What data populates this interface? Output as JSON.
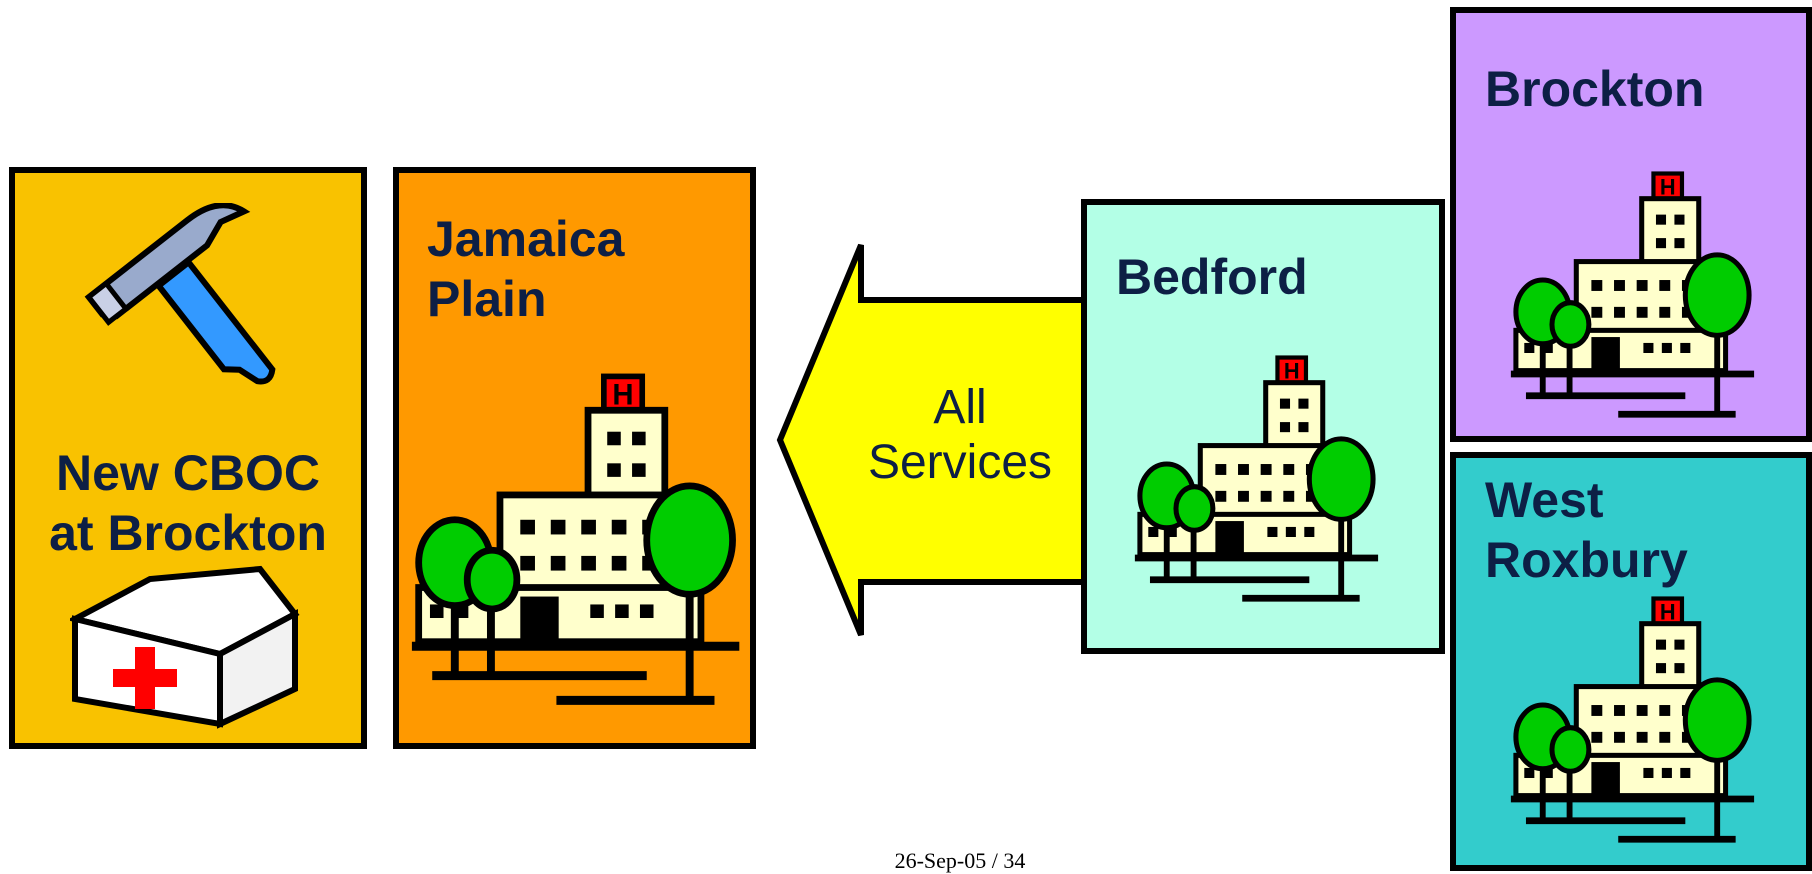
{
  "panels": {
    "cboc": {
      "title": "New CBOC\nat Brockton",
      "color": "#f9c200"
    },
    "jamaica_plain": {
      "title": "Jamaica\nPlain",
      "color": "#ff9900"
    },
    "bedford": {
      "title": "Bedford",
      "color": "#b3ffe6"
    },
    "brockton": {
      "title": "Brockton",
      "color": "#cc99ff"
    },
    "west_roxbury": {
      "title": "West\nRoxbury",
      "color": "#33cccc"
    }
  },
  "arrow": {
    "label": "All\nServices",
    "color": "#ffff00"
  },
  "footer": "26-Sep-05 / 34",
  "icons": [
    "hammer-icon",
    "medical-tent-icon",
    "hospital-icon"
  ]
}
